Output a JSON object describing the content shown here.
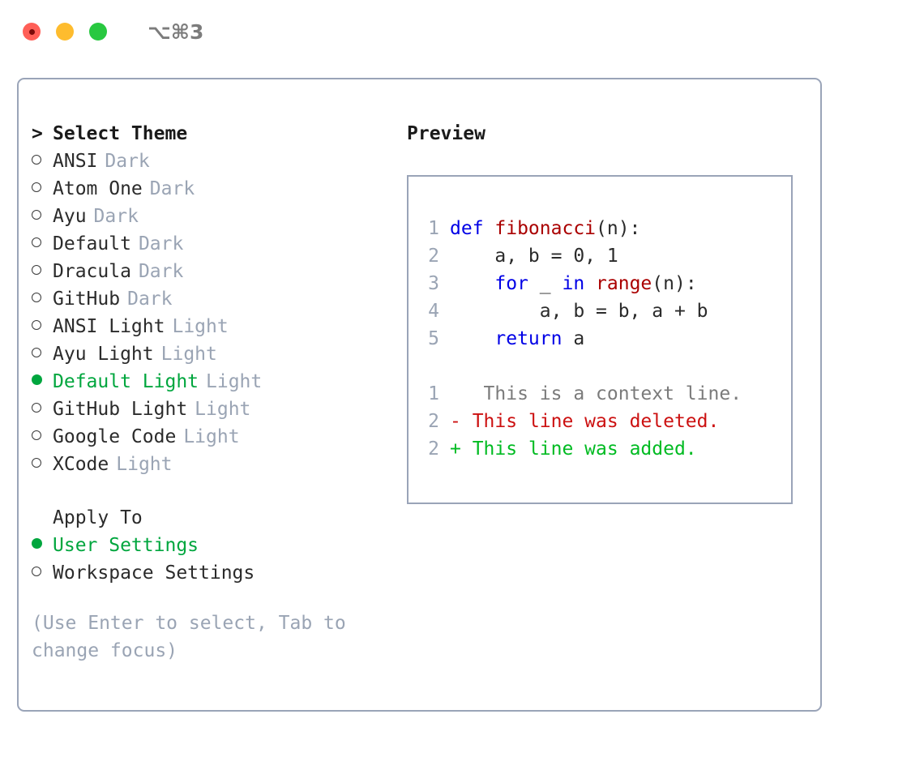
{
  "window": {
    "shortcut": "⌥⌘3",
    "traffic_lights": [
      {
        "name": "close-button",
        "color": "#ff5f57"
      },
      {
        "name": "minimize-button",
        "color": "#febc2e"
      },
      {
        "name": "maximize-button",
        "color": "#28c840"
      }
    ]
  },
  "colors": {
    "border": "#9aa4b8",
    "accent_green": "#00a63e",
    "muted": "#9aa4b4",
    "keyword_blue": "#0000e6",
    "function_red": "#aa0000",
    "diff_deleted": "#cc1111",
    "diff_added": "#00bb22",
    "diff_context": "#7b7b7b"
  },
  "theme_list": {
    "header_marker": ">",
    "header_label": "Select Theme",
    "items": [
      {
        "marker": "o",
        "name": "ANSI",
        "kind": "Dark",
        "selected": false
      },
      {
        "marker": "o",
        "name": "Atom One",
        "kind": "Dark",
        "selected": false
      },
      {
        "marker": "o",
        "name": "Ayu",
        "kind": "Dark",
        "selected": false
      },
      {
        "marker": "o",
        "name": "Default",
        "kind": "Dark",
        "selected": false
      },
      {
        "marker": "o",
        "name": "Dracula",
        "kind": "Dark",
        "selected": false
      },
      {
        "marker": "o",
        "name": "GitHub",
        "kind": "Dark",
        "selected": false
      },
      {
        "marker": "o",
        "name": "ANSI Light",
        "kind": "Light",
        "selected": false
      },
      {
        "marker": "o",
        "name": "Ayu Light",
        "kind": "Light",
        "selected": false
      },
      {
        "marker": "●",
        "name": "Default Light",
        "kind": "Light",
        "selected": true
      },
      {
        "marker": "o",
        "name": "GitHub Light",
        "kind": "Light",
        "selected": false
      },
      {
        "marker": "o",
        "name": "Google Code",
        "kind": "Light",
        "selected": false
      },
      {
        "marker": "o",
        "name": "XCode",
        "kind": "Light",
        "selected": false
      }
    ]
  },
  "apply_to": {
    "label": "Apply To",
    "options": [
      {
        "marker": "●",
        "label": "User Settings",
        "selected": true
      },
      {
        "marker": "o",
        "label": "Workspace Settings",
        "selected": false
      }
    ]
  },
  "hint": "(Use Enter to select, Tab to\nchange focus)",
  "preview": {
    "title": "Preview",
    "code_lines": [
      {
        "lineno": "1",
        "tokens": [
          {
            "text": "def ",
            "type": "keyword"
          },
          {
            "text": "fibonacci",
            "type": "function"
          },
          {
            "text": "(n):",
            "type": "plain"
          }
        ]
      },
      {
        "lineno": "2",
        "tokens": [
          {
            "text": "    a, b = 0, 1",
            "type": "plain"
          }
        ]
      },
      {
        "lineno": "3",
        "tokens": [
          {
            "text": "    ",
            "type": "plain"
          },
          {
            "text": "for",
            "type": "keyword"
          },
          {
            "text": " _ ",
            "type": "plain"
          },
          {
            "text": "in",
            "type": "keyword"
          },
          {
            "text": " ",
            "type": "plain"
          },
          {
            "text": "range",
            "type": "function"
          },
          {
            "text": "(n):",
            "type": "plain"
          }
        ]
      },
      {
        "lineno": "4",
        "tokens": [
          {
            "text": "        a, b = b, a + b",
            "type": "plain"
          }
        ]
      },
      {
        "lineno": "5",
        "tokens": [
          {
            "text": "    ",
            "type": "plain"
          },
          {
            "text": "return",
            "type": "keyword"
          },
          {
            "text": " a",
            "type": "plain"
          }
        ]
      }
    ],
    "diff_lines": [
      {
        "lineno": "1",
        "sign": " ",
        "text": "  This is a context line.",
        "type": "context"
      },
      {
        "lineno": "2",
        "sign": "-",
        "text": " This line was deleted.",
        "type": "deleted"
      },
      {
        "lineno": "2",
        "sign": "+",
        "text": " This line was added.",
        "type": "added"
      }
    ]
  }
}
